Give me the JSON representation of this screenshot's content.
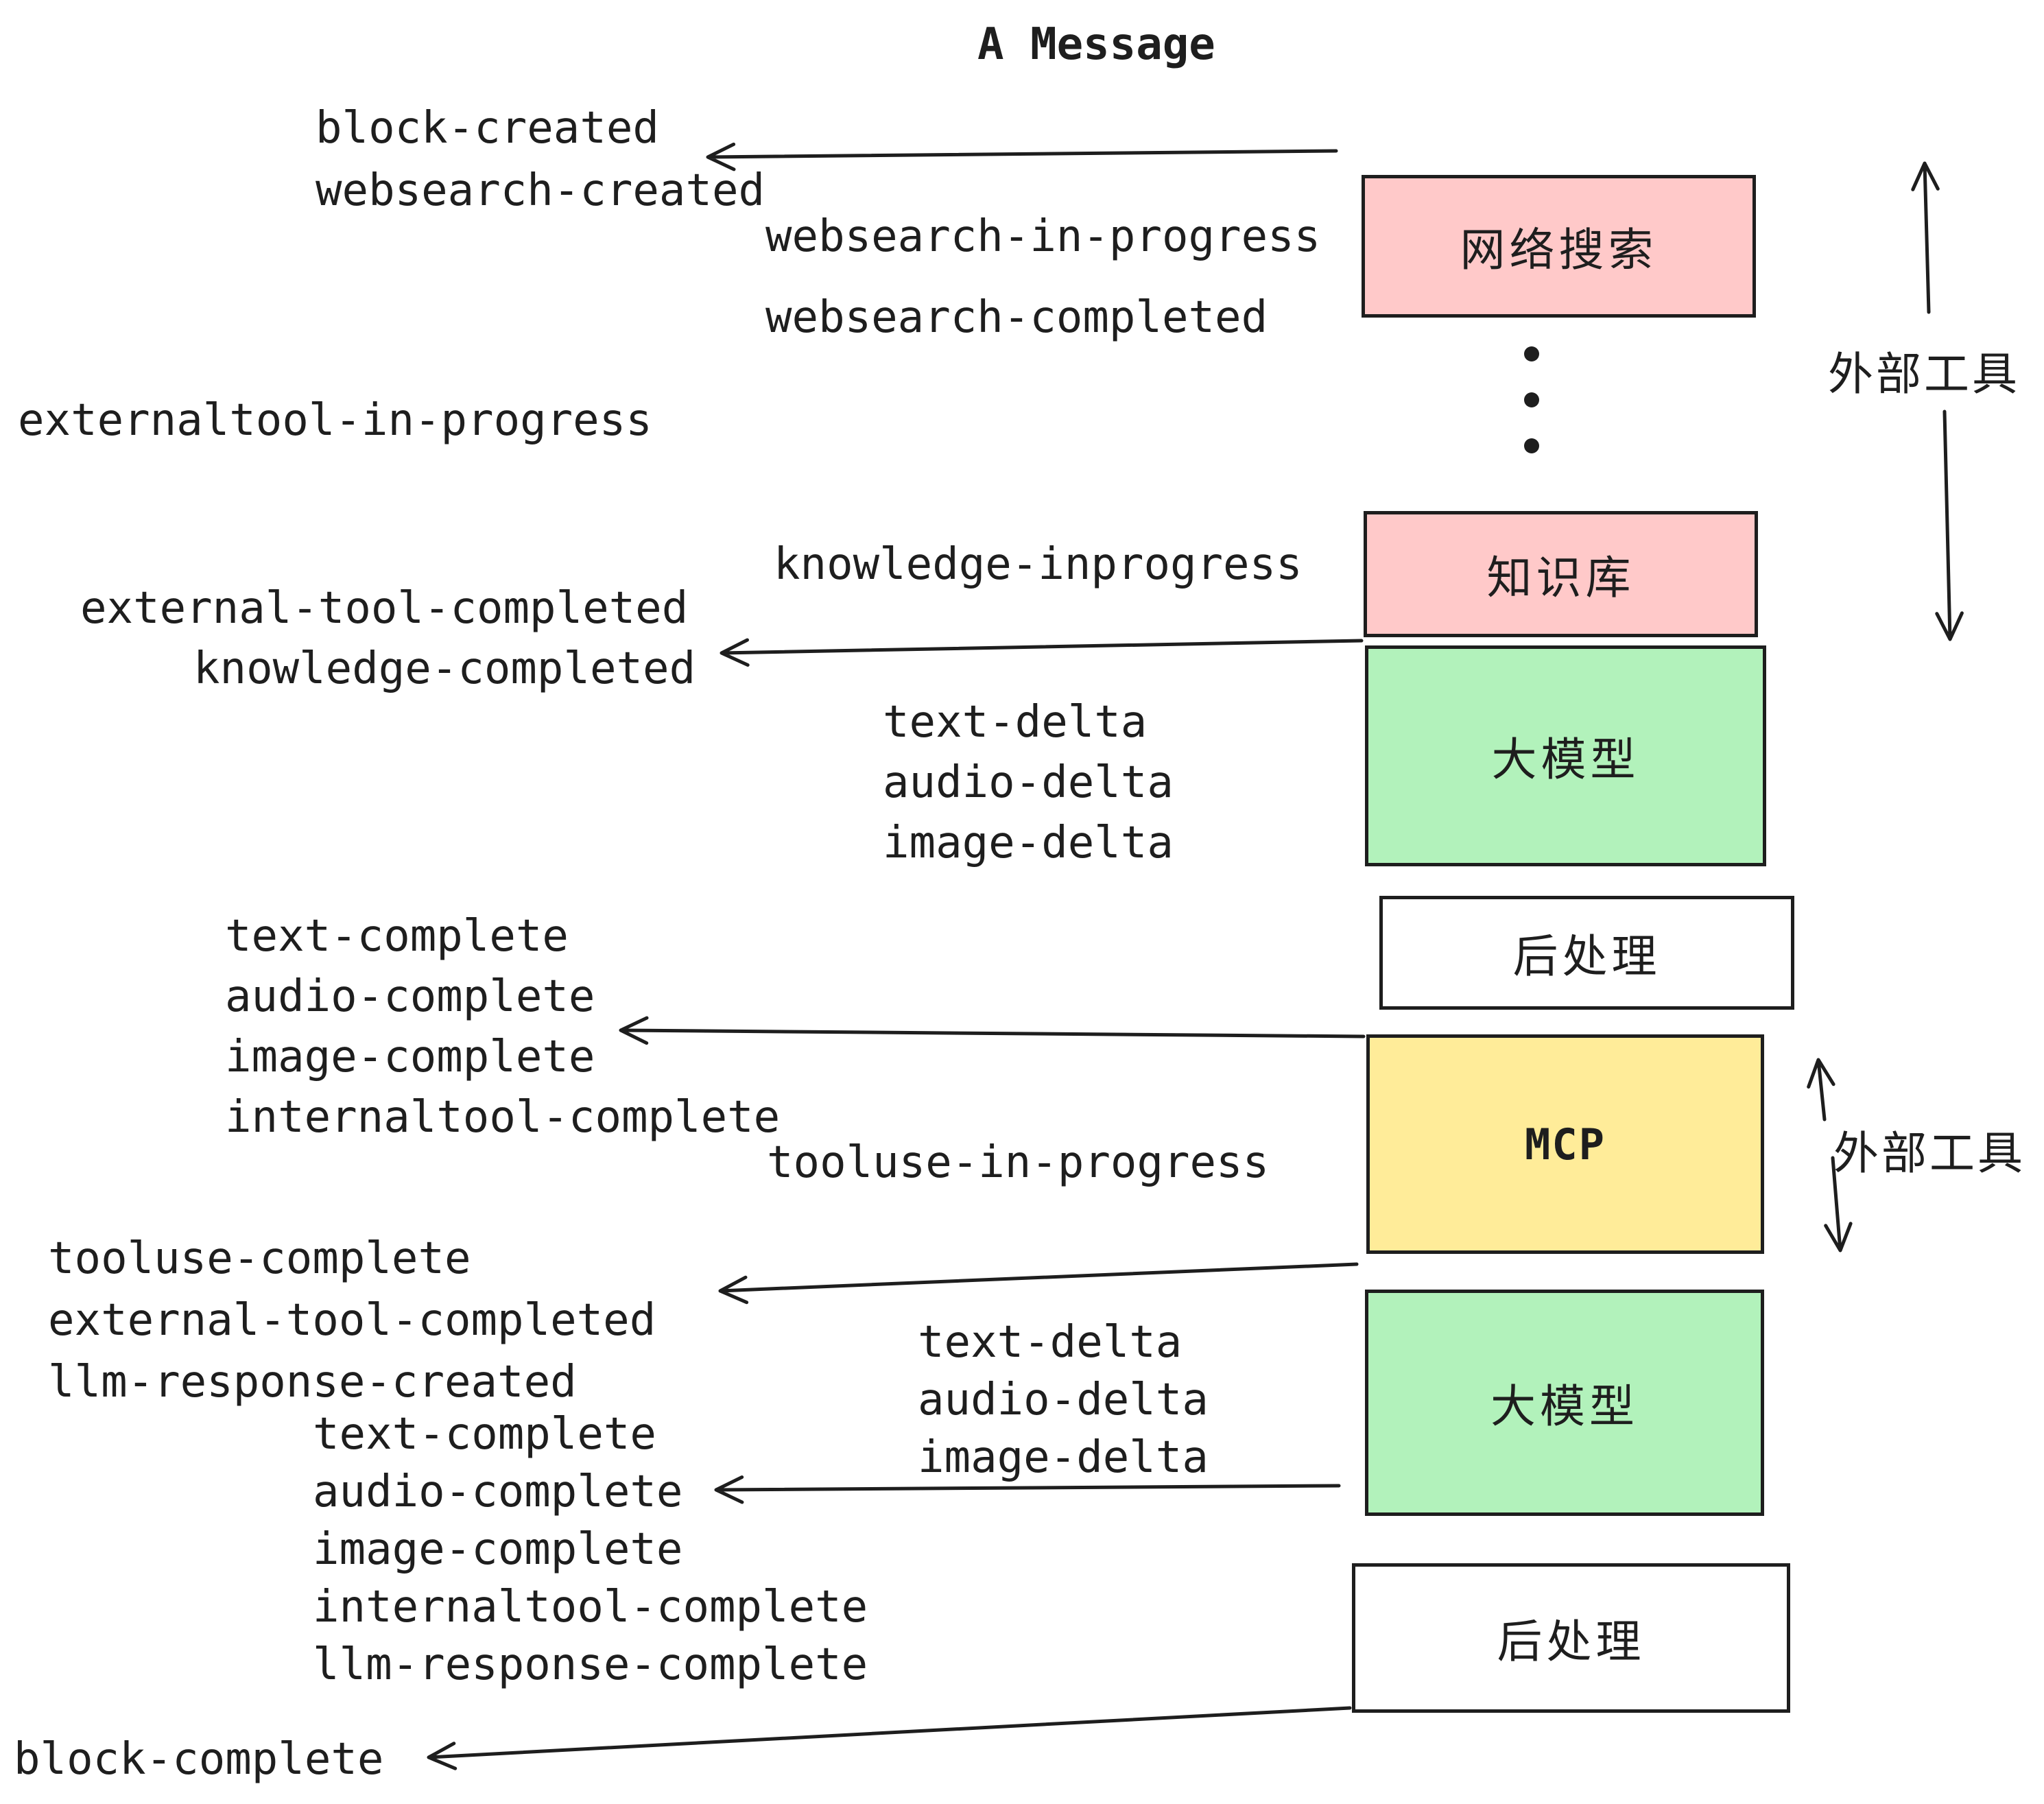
{
  "title": "A Message",
  "colors": {
    "stroke": "#1e1e1e",
    "pink": "#ffc9c9",
    "green": "#b2f2bb",
    "yellow": "#ffec99",
    "white": "#ffffff",
    "background": "#ffffff"
  },
  "nodes": {
    "websearch": {
      "label": "网络搜索",
      "color": "pink"
    },
    "knowledge": {
      "label": "知识库",
      "color": "pink"
    },
    "llm_top": {
      "label": "大模型",
      "color": "green"
    },
    "post_top": {
      "label": "后处理",
      "color": "white"
    },
    "mcp": {
      "label": "MCP",
      "color": "yellow"
    },
    "llm_bottom": {
      "label": "大模型",
      "color": "green"
    },
    "post_bottom": {
      "label": "后处理",
      "color": "white"
    }
  },
  "side_annotations": {
    "external_tools_top": "外部工具",
    "external_tools_middle": "外部工具"
  },
  "events": {
    "block_created": "block-created",
    "websearch_created": "websearch-created",
    "websearch_in_progress": "websearch-in-progress",
    "websearch_completed": "websearch-completed",
    "externaltool_in_progress": "externaltool-in-progress",
    "knowledge_inprogress": "knowledge-inprogress",
    "external_tool_completed_top": "external-tool-completed",
    "knowledge_completed": "knowledge-completed",
    "text_delta_top": "text-delta",
    "audio_delta_top": "audio-delta",
    "image_delta_top": "image-delta",
    "text_complete_top": "text-complete",
    "audio_complete_top": "audio-complete",
    "image_complete_top": "image-complete",
    "internaltool_complete_top": "internaltool-complete",
    "tooluse_in_progress": "tooluse-in-progress",
    "tooluse_complete": "tooluse-complete",
    "external_tool_completed_bottom": "external-tool-completed",
    "llm_response_created": "llm-response-created",
    "text_delta_bottom": "text-delta",
    "audio_delta_bottom": "audio-delta",
    "image_delta_bottom": "image-delta",
    "text_complete_bottom": "text-complete",
    "audio_complete_bottom": "audio-complete",
    "image_complete_bottom": "image-complete",
    "internaltool_complete_bottom": "internaltool-complete",
    "llm_response_complete": "llm-response-complete",
    "block_complete": "block-complete"
  }
}
